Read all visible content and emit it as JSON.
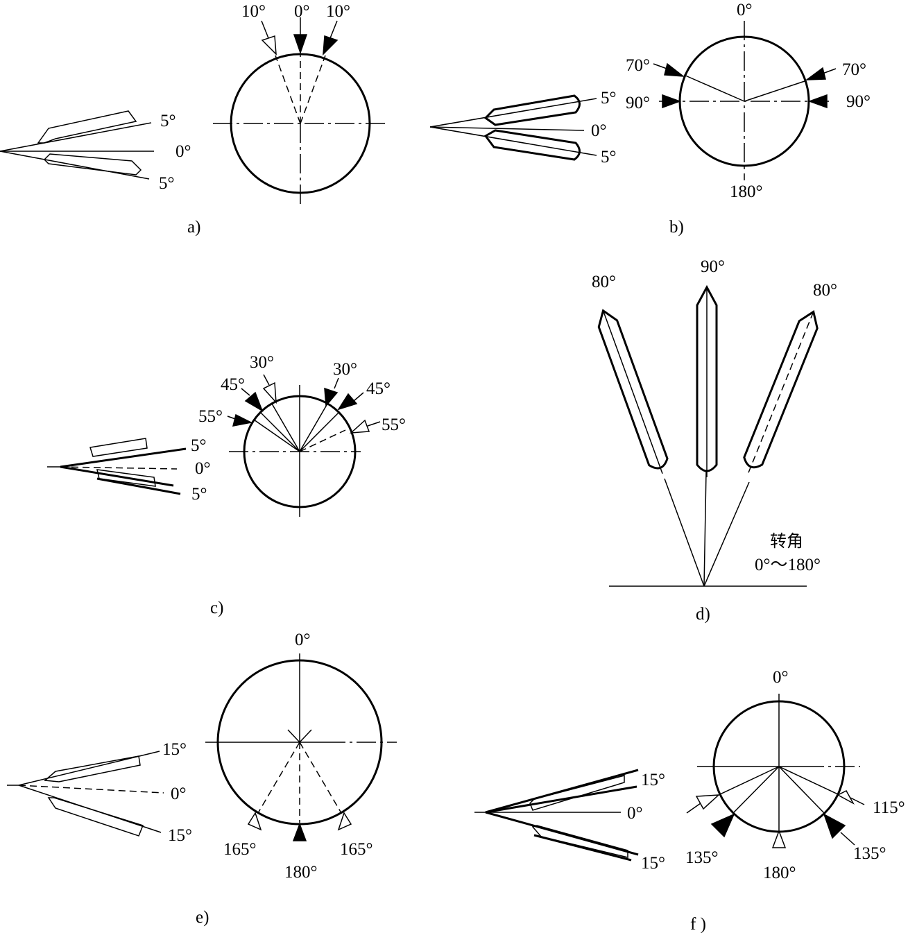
{
  "panels": {
    "a": {
      "caption": "a)",
      "circle_angles": [
        "10°",
        "0°",
        "10°"
      ],
      "tilt_angles": [
        "5°",
        "0°",
        "5°"
      ]
    },
    "b": {
      "caption": "b)",
      "circle_angles": [
        "0°",
        "70°",
        "70°",
        "90°",
        "90°",
        "180°"
      ],
      "tilt_angles": [
        "5°",
        "0°",
        "5°"
      ]
    },
    "c": {
      "caption": "c)",
      "circle_angles": [
        "30°",
        "30°",
        "45°",
        "45°",
        "55°",
        "55°"
      ],
      "tilt_angles": [
        "5°",
        "0°",
        "5°"
      ]
    },
    "d": {
      "caption": "d)",
      "electrode_angles": [
        "80°",
        "90°",
        "80°"
      ],
      "note_line1": "转角",
      "note_line2": "0°～180°"
    },
    "e": {
      "caption": "e)",
      "circle_angles": [
        "0°",
        "165°",
        "180°",
        "165°"
      ],
      "tilt_angles": [
        "15°",
        "0°",
        "15°"
      ]
    },
    "f": {
      "caption": "f )",
      "circle_angles": [
        "0°",
        "115°",
        "135°",
        "180°",
        "135°"
      ],
      "tilt_angles": [
        "15°",
        "0°",
        "15°"
      ]
    }
  }
}
